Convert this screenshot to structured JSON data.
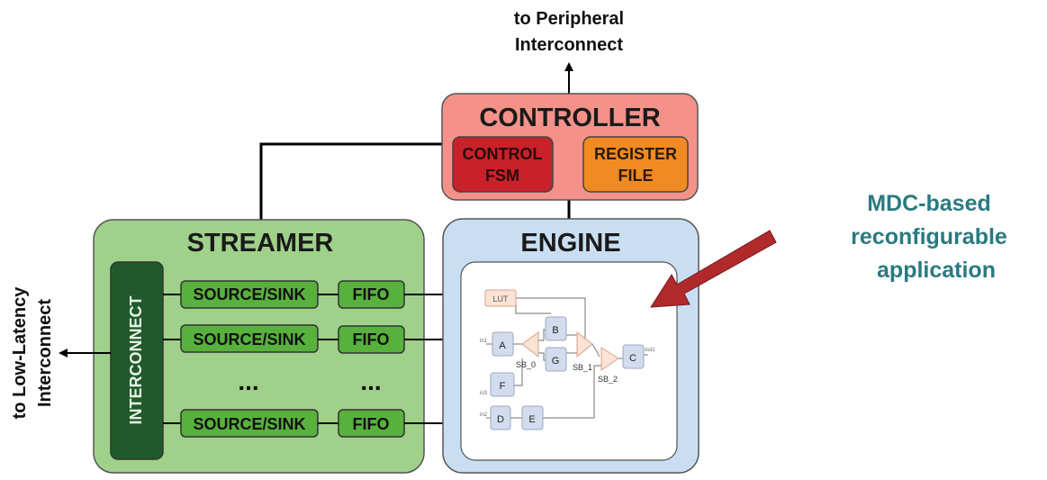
{
  "top_label": {
    "line1": "to Peripheral",
    "line2": "Interconnect"
  },
  "side_label": {
    "line1": "to Low-Latency",
    "line2": "Interconnect"
  },
  "controller": {
    "title": "CONTROLLER",
    "fsm": {
      "line1": "CONTROL",
      "line2": "FSM"
    },
    "regfile": {
      "line1": "REGISTER",
      "line2": "FILE"
    }
  },
  "streamer": {
    "title": "STREAMER",
    "interconnect": "INTERCONNECT",
    "source_sink": "SOURCE/SINK",
    "fifo": "FIFO",
    "ellipsis": "..."
  },
  "engine": {
    "title": "ENGINE",
    "lut": "LUT",
    "nodes": {
      "a": "A",
      "b": "B",
      "c": "C",
      "d": "D",
      "e": "E",
      "f": "F",
      "g": "G"
    },
    "switches": {
      "sb0": "SB_0",
      "sb1": "SB_1",
      "sb2": "SB_2"
    },
    "ports": {
      "in1": "in1",
      "in2": "in2",
      "in3": "in3",
      "out1": "out1"
    }
  },
  "annotation": {
    "line1": "MDC-based",
    "line2": "reconfigurable",
    "line3": "application"
  },
  "colors": {
    "controller_fill": "#f4928a",
    "fsm_fill": "#c8212a",
    "regfile_fill": "#f28a22",
    "streamer_fill": "#9fd18a",
    "block_fill": "#58b13d",
    "interconnect_fill": "#215a2a",
    "engine_fill": "#c9def2",
    "annotation_text": "#2a7a80",
    "arrow_fill": "#b02a2c"
  }
}
